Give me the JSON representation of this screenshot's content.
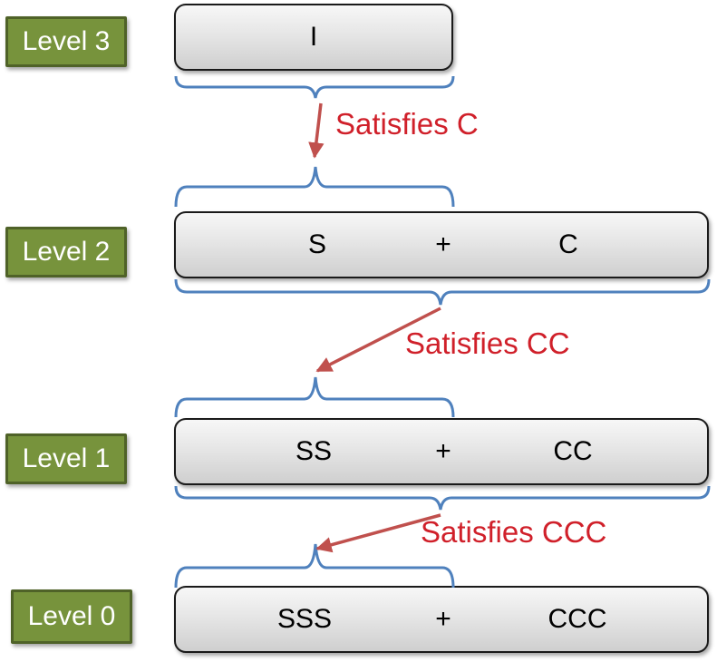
{
  "levels": [
    {
      "label": "Level 3",
      "terms": [
        "I"
      ]
    },
    {
      "label": "Level 2",
      "terms": [
        "S",
        "+",
        "C"
      ]
    },
    {
      "label": "Level 1",
      "terms": [
        "SS",
        "+",
        "CC"
      ]
    },
    {
      "label": "Level 0",
      "terms": [
        "SSS",
        "+",
        "CCC"
      ]
    }
  ],
  "transitions": [
    "Satisfies C",
    "Satisfies CC",
    "Satisfies CCC"
  ],
  "colors": {
    "label_fill": "#77933c",
    "bracket": "#4f81bd",
    "arrow": "#c0504d",
    "transition_text": "#d0202a"
  }
}
